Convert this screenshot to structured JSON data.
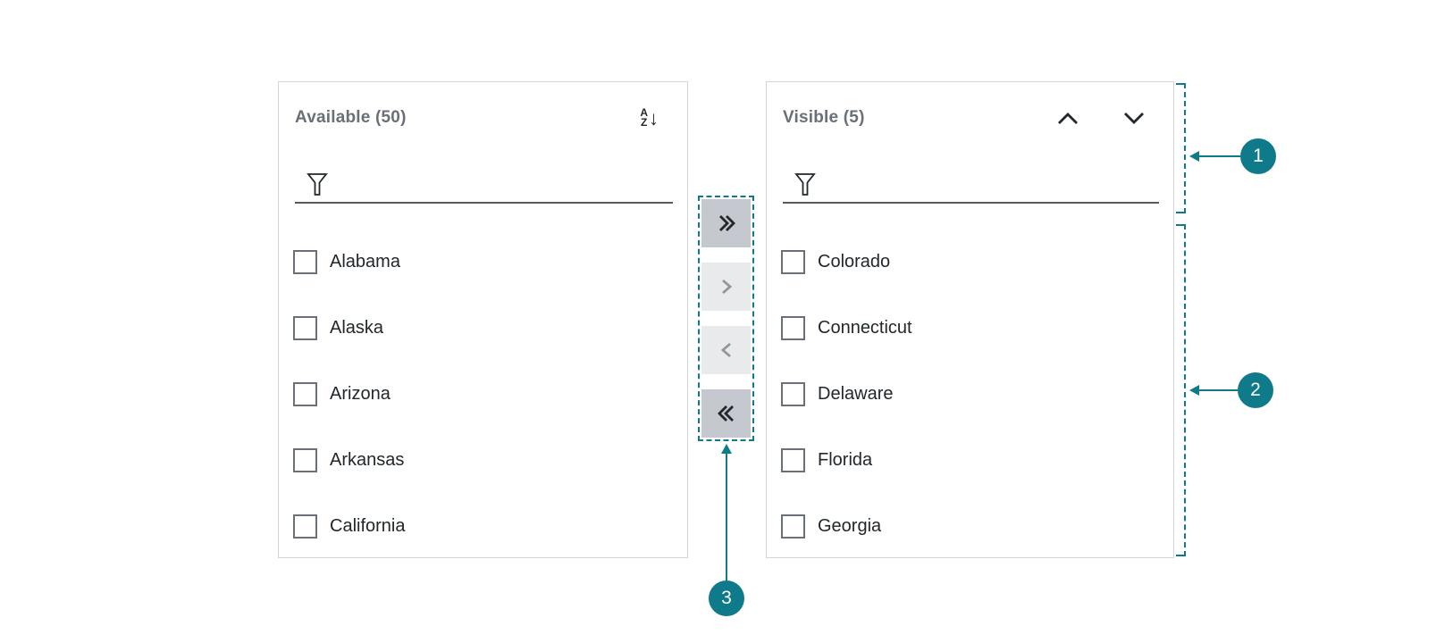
{
  "ui": {
    "available_panel": {
      "title": "Available (50)",
      "sort_button_label": "Sort A to Z descending",
      "filter_label": "Filter available items",
      "items": [
        {
          "label": "Alabama",
          "checked": false
        },
        {
          "label": "Alaska",
          "checked": false
        },
        {
          "label": "Arizona",
          "checked": false
        },
        {
          "label": "Arkansas",
          "checked": false
        },
        {
          "label": "California",
          "checked": false
        }
      ]
    },
    "visible_panel": {
      "title": "Visible (5)",
      "move_up_label": "Move item up",
      "move_down_label": "Move item down",
      "filter_label": "Filter visible items",
      "items": [
        {
          "label": "Colorado",
          "checked": false
        },
        {
          "label": "Connecticut",
          "checked": false
        },
        {
          "label": "Delaware",
          "checked": false
        },
        {
          "label": "Florida",
          "checked": false
        },
        {
          "label": "Georgia",
          "checked": false
        }
      ]
    },
    "transfer": {
      "buttons": [
        {
          "icon": "double-chevron-right-icon",
          "label": "Move all items right",
          "enabled": true
        },
        {
          "icon": "chevron-right-icon",
          "label": "Move selected items right",
          "enabled": false
        },
        {
          "icon": "chevron-left-icon",
          "label": "Move selected items left",
          "enabled": false
        },
        {
          "icon": "double-chevron-left-icon",
          "label": "Move all items left",
          "enabled": true
        }
      ]
    },
    "annotations": {
      "markers": [
        {
          "number": "1"
        },
        {
          "number": "2"
        },
        {
          "number": "3"
        }
      ]
    },
    "colors": {
      "annotation_teal": "#0e7a8a",
      "enabled_button_bg": "#c5c9cf",
      "disabled_button_bg": "#e9eaec",
      "panel_border": "#d2d5d9",
      "title_gray": "#697077",
      "item_text": "#21272a"
    }
  }
}
